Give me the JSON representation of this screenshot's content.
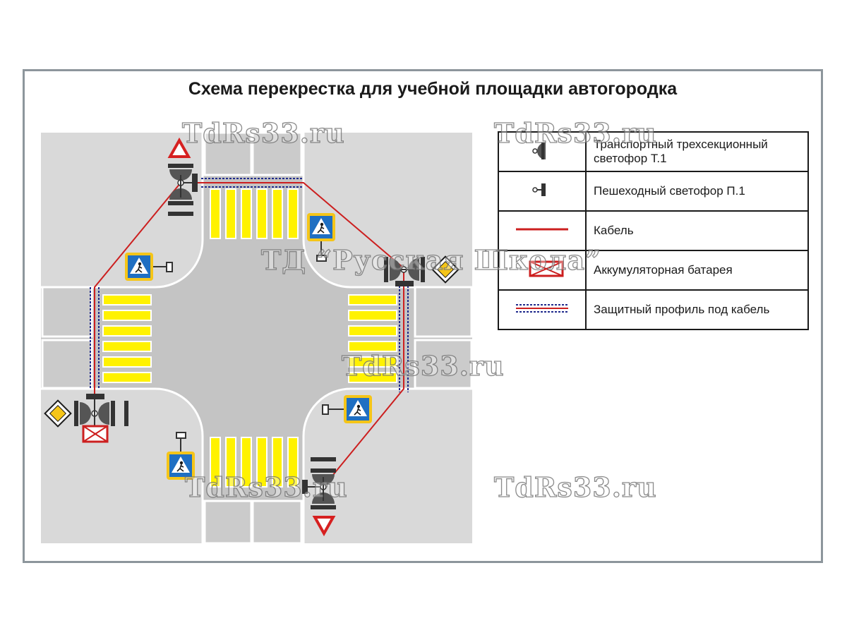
{
  "title": "Схема перекрестка для учебной площадки автогородка",
  "legend": [
    {
      "symbol": "traffic-light-icon",
      "label": "Транспортный  трехсекционный светофор Т.1"
    },
    {
      "symbol": "pedestrian-light-icon",
      "label": "Пешеходный светофор П.1"
    },
    {
      "symbol": "cable-line",
      "label": "Кабель"
    },
    {
      "symbol": "battery-icon",
      "label": "Аккумуляторная батарея"
    },
    {
      "symbol": "protective-profile-line",
      "label": "Защитный профиль под кабель"
    }
  ],
  "watermarks": {
    "site": "TdRs33.ru",
    "company": "ТД “Русская Школа”"
  },
  "colors": {
    "road": "#c4c4c4",
    "sidewalk": "#d9d9d9",
    "crosswalk": "#fff200",
    "cable": "#cc1f1f",
    "profile": "#1f2a8c",
    "sign_blue": "#1f6fc2",
    "sign_yellow": "#f5c518",
    "frame": "#8d969c"
  }
}
